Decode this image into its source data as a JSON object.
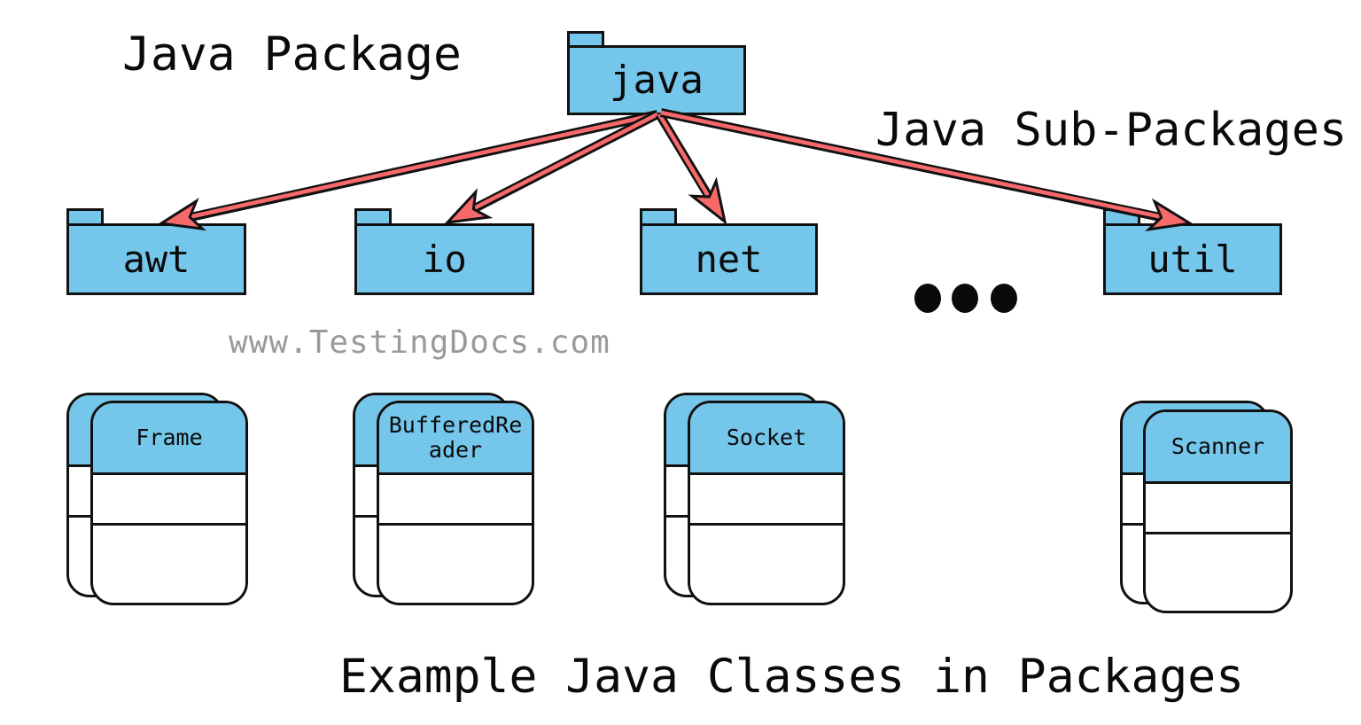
{
  "titles": {
    "top_left": "Java Package",
    "top_right": "Java Sub-Packages",
    "watermark": "www.TestingDocs.com",
    "caption": "Example Java Classes in Packages"
  },
  "root_package": {
    "name": "java"
  },
  "sub_packages": [
    {
      "name": "awt"
    },
    {
      "name": "io"
    },
    {
      "name": "net"
    },
    {
      "name": "util"
    }
  ],
  "ellipsis_dots": 3,
  "classes": [
    {
      "name": "Frame"
    },
    {
      "name": "BufferedReader"
    },
    {
      "name": "Socket"
    },
    {
      "name": "Scanner"
    }
  ],
  "colors": {
    "package_fill": "#74c6ea",
    "arrow_red": "#f8696c",
    "outline_black": "#111111",
    "watermark_gray": "#9a9a9a",
    "background": "#ffffff"
  }
}
